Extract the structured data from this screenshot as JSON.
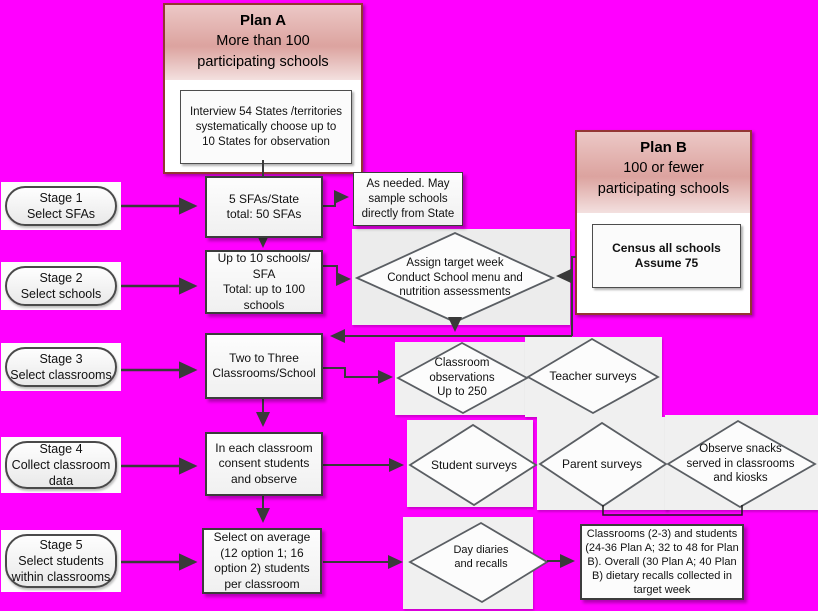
{
  "colors": {
    "background": "#ff00ff",
    "container_border": "#943634",
    "header_pink": "#dca39f",
    "connector_line": "#3a3a3a",
    "shape_fill": "#f5f5f5"
  },
  "plan_a": {
    "title": "Plan A",
    "subtitle": "More than  100\nparticipating schools",
    "detail": "Interview 54 States /territories\nsystematically choose up to\n10 States for observation"
  },
  "plan_b": {
    "title": "Plan B",
    "subtitle": "100  or fewer\nparticipating schools",
    "detail": "Census all schools\nAssume 75"
  },
  "stages": {
    "s1": "Stage 1\nSelect SFAs",
    "s2": "Stage 2\nSelect schools",
    "s3": "Stage 3\nSelect classrooms",
    "s4": "Stage 4\nCollect classroom\ndata",
    "s5": "Stage 5\nSelect students\nwithin classrooms"
  },
  "boxes": {
    "sfas_per_state": "5 SFAs/State\ntotal: 50 SFAs",
    "as_needed": "As needed. May\nsample schools\ndirectly from State",
    "schools_per_sfa": "Up to 10 schools/\nSFA\nTotal: up to 100\nschools",
    "classrooms_per_school": "Two to Three\nClassrooms/School",
    "consent_observe": "In each classroom\nconsent students\nand observe",
    "students_per_classroom": "Select on average\n(12 option 1; 16\noption 2)  students\nper classroom",
    "final_summary": "Classrooms (2-3) and students (24-36 Plan A; 32 to 48 for Plan B). Overall  (30 Plan A; 40 Plan B) dietary recalls collected in target week"
  },
  "decisions": {
    "assign_week": "Assign target week\nConduct School menu and\nnutrition assessments",
    "classroom_observations": "Classroom\nobservations\nUp to 250",
    "teacher_surveys": "Teacher surveys",
    "student_surveys": "Student surveys",
    "parent_surveys": "Parent surveys",
    "observe_snacks": "Observe snacks\nserved in classrooms\nand kiosks",
    "day_diaries": "Day diaries\nand recalls"
  }
}
